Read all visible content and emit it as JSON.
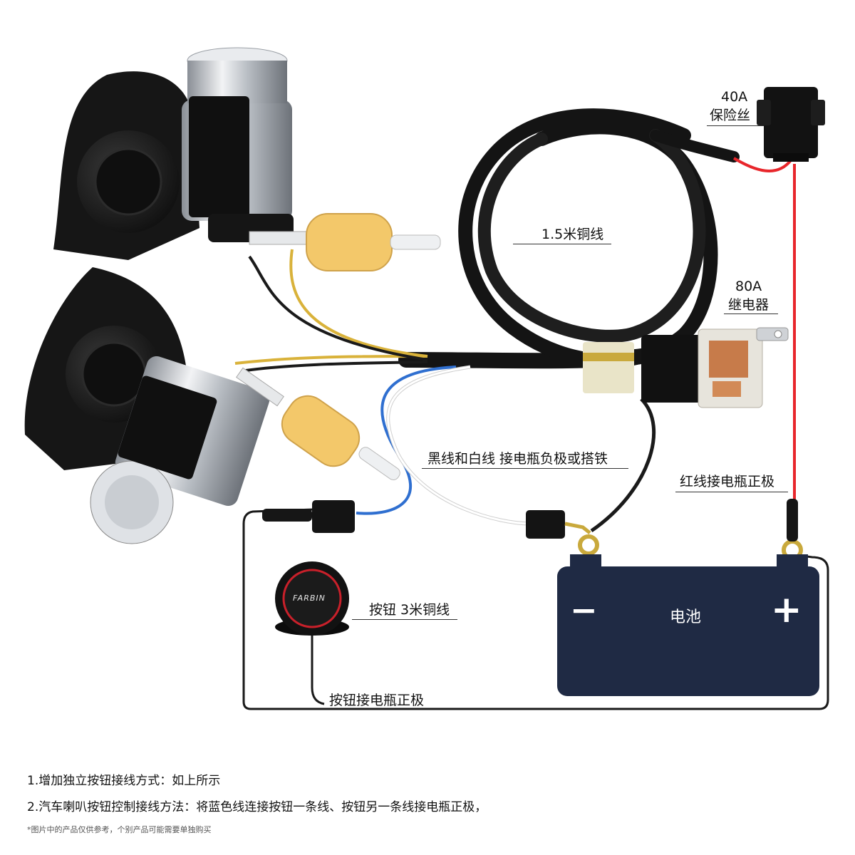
{
  "labels": {
    "fuse_amp": "40A",
    "fuse_name": "保险丝",
    "cable": "1.5米铜线",
    "relay_amp": "80A",
    "relay_name": "继电器",
    "ground": "黑线和白线 接电瓶负极或搭铁",
    "red_wire": "红线接电瓶正极",
    "button": "按钮 3米铜线",
    "button_to_battery": "按钮接电瓶正极",
    "battery": "电池",
    "battery_minus": "−",
    "battery_plus": "+",
    "button_brand": "FARBIN"
  },
  "notes": {
    "line1": "1.增加独立按钮接线方式：如上所示",
    "line2": "2.汽车喇叭按钮控制接线方法：将蓝色线连接按钮一条线、按钮另一条线接电瓶正极，",
    "fine": "*图片中的产品仅供参考，个别产品可能需要单独购买"
  },
  "colors": {
    "red_wire": "#e8262b",
    "yellow_wire": "#d9b23a",
    "blue_wire": "#2f6fd0",
    "black_wire": "#1a1a1a",
    "battery": "#1f2a44",
    "filter": "#f3c86a",
    "button_ring": "#c8202a"
  }
}
